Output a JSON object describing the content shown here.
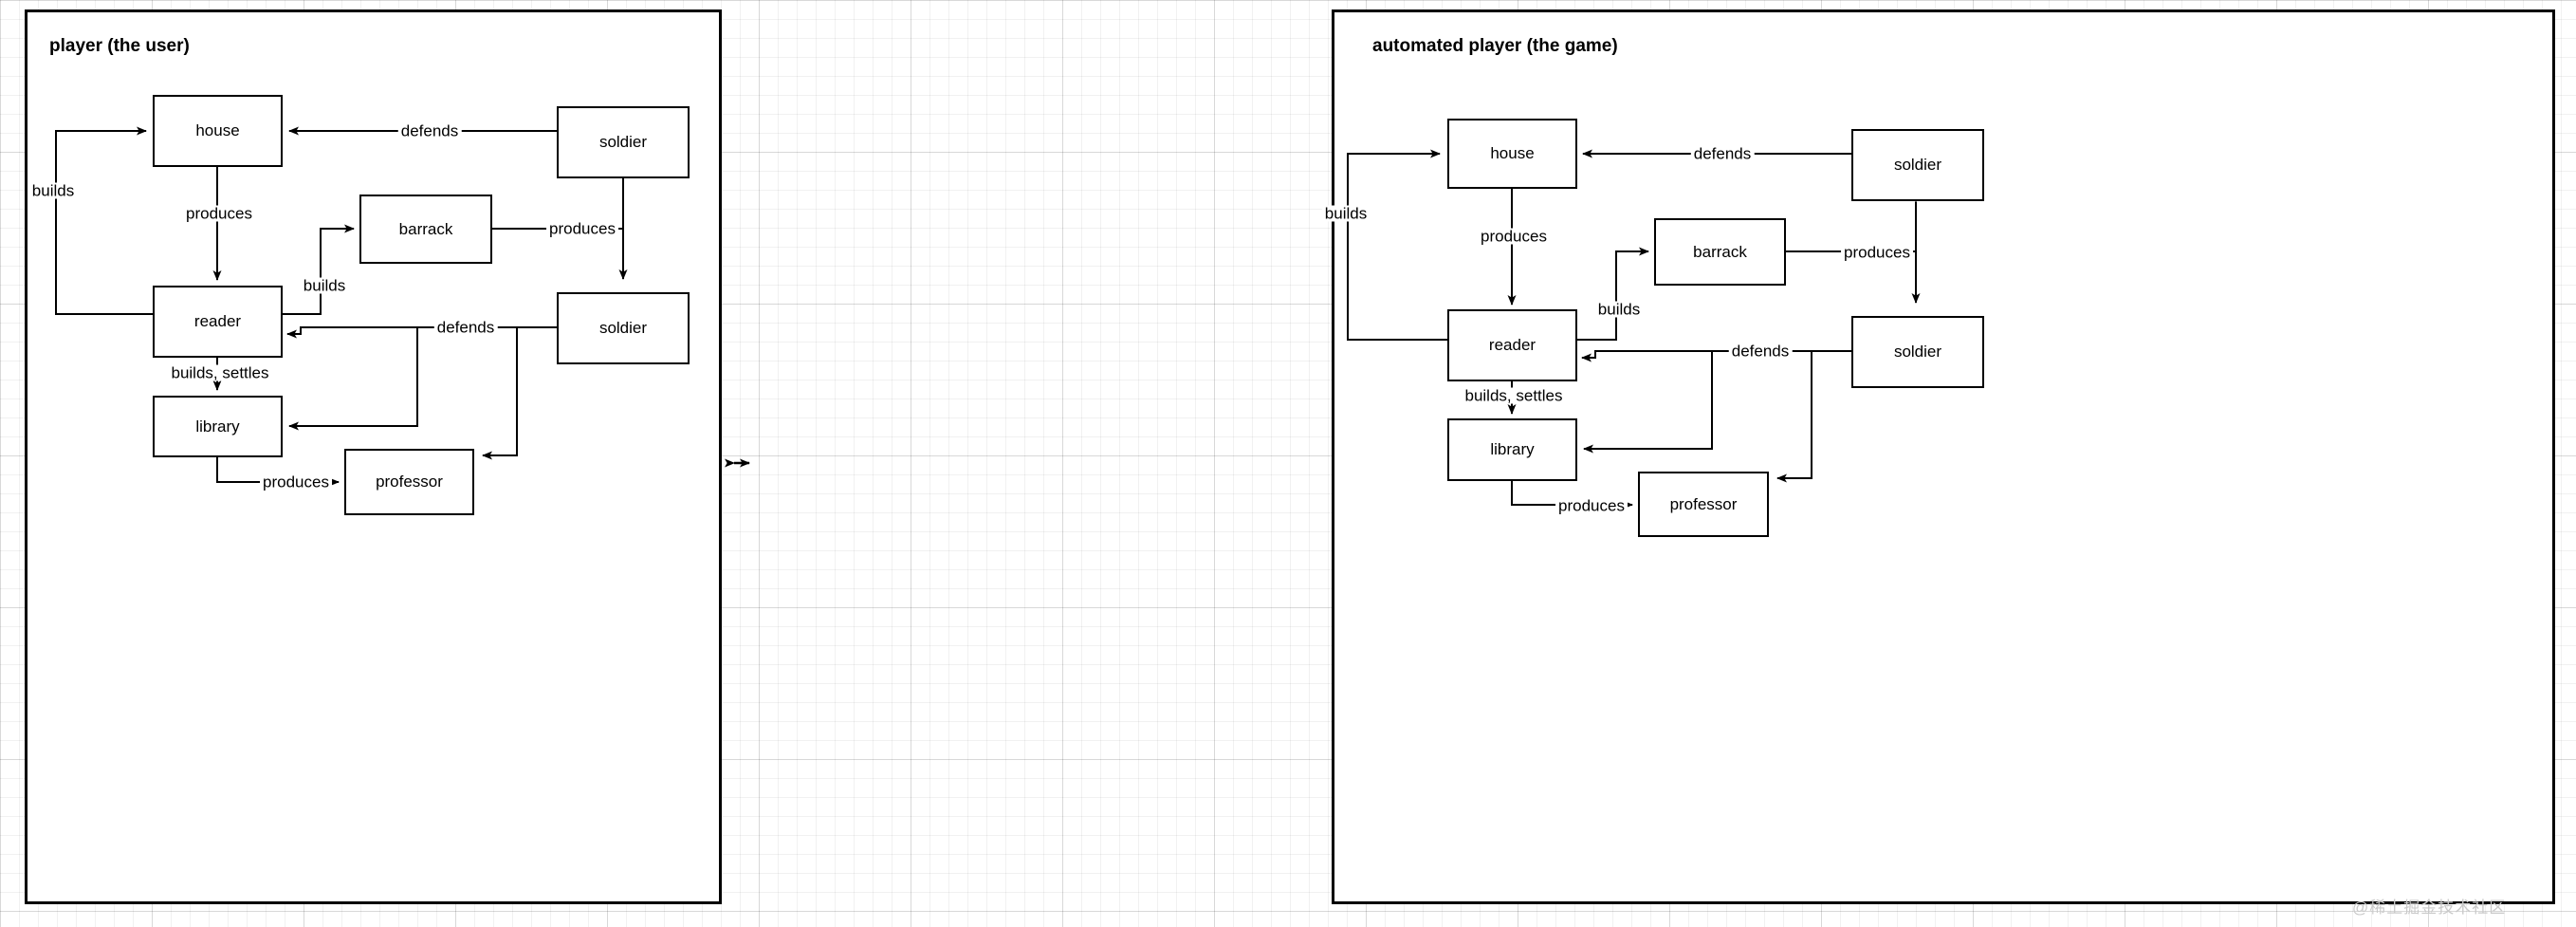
{
  "canvas": {
    "background_color": "#ffffff",
    "grid_color": "#e6e6e6",
    "line_color": "#000000",
    "watermark": "@稀土掘金技术社区"
  },
  "panels": [
    {
      "id": "player",
      "title": "player (the user)",
      "nodes": [
        {
          "id": "house",
          "label": "house"
        },
        {
          "id": "soldier_t",
          "label": "soldier"
        },
        {
          "id": "barrack",
          "label": "barrack"
        },
        {
          "id": "reader",
          "label": "reader"
        },
        {
          "id": "soldier_b",
          "label": "soldier"
        },
        {
          "id": "library",
          "label": "library"
        },
        {
          "id": "professor",
          "label": "professor"
        }
      ],
      "edges": [
        {
          "from": "reader",
          "to": "house",
          "label": "builds"
        },
        {
          "from": "soldier_t",
          "to": "house",
          "label": "defends"
        },
        {
          "from": "house",
          "to": "reader",
          "label": "produces"
        },
        {
          "from": "reader",
          "to": "barrack",
          "label": "builds"
        },
        {
          "from": "barrack",
          "to": "soldier_t",
          "label": "produces"
        },
        {
          "from": "barrack",
          "to": "soldier_b",
          "label": "produces"
        },
        {
          "from": "soldier_b",
          "to": "reader",
          "label": "defends"
        },
        {
          "from": "soldier_b",
          "to": "library",
          "label": "defends"
        },
        {
          "from": "reader",
          "to": "library",
          "label": "builds, settles"
        },
        {
          "from": "library",
          "to": "professor",
          "label": "produces"
        },
        {
          "from": "soldier_b",
          "to": "professor",
          "label": ""
        }
      ]
    },
    {
      "id": "automated-player",
      "title": "automated player (the game)",
      "nodes": [
        {
          "id": "house",
          "label": "house"
        },
        {
          "id": "soldier_t",
          "label": "soldier"
        },
        {
          "id": "barrack",
          "label": "barrack"
        },
        {
          "id": "reader",
          "label": "reader"
        },
        {
          "id": "soldier_b",
          "label": "soldier"
        },
        {
          "id": "library",
          "label": "library"
        },
        {
          "id": "professor",
          "label": "professor"
        }
      ],
      "edges": [
        {
          "from": "reader",
          "to": "house",
          "label": "builds"
        },
        {
          "from": "soldier_t",
          "to": "house",
          "label": "defends"
        },
        {
          "from": "house",
          "to": "reader",
          "label": "produces"
        },
        {
          "from": "reader",
          "to": "barrack",
          "label": "builds"
        },
        {
          "from": "barrack",
          "to": "soldier_t",
          "label": "produces"
        },
        {
          "from": "barrack",
          "to": "soldier_b",
          "label": "produces"
        },
        {
          "from": "soldier_b",
          "to": "reader",
          "label": "defends"
        },
        {
          "from": "soldier_b",
          "to": "library",
          "label": "defends"
        },
        {
          "from": "reader",
          "to": "library",
          "label": "builds, settles"
        },
        {
          "from": "library",
          "to": "professor",
          "label": "produces"
        },
        {
          "from": "soldier_b",
          "to": "professor",
          "label": ""
        }
      ]
    }
  ],
  "connector": {
    "label": "",
    "type": "double-arrow"
  },
  "labels": {
    "left": {
      "panel_title": "player (the user)",
      "builds_left": "builds",
      "defends_top": "defends",
      "produces_house_reader": "produces",
      "builds_barrack": "builds",
      "produces_barrack_soldier": "produces",
      "defends_bottom": "defends",
      "builds_settles": "builds, settles",
      "produces_library_professor": "produces",
      "node_house": "house",
      "node_soldier_top": "soldier",
      "node_barrack": "barrack",
      "node_reader": "reader",
      "node_soldier_bottom": "soldier",
      "node_library": "library",
      "node_professor": "professor"
    },
    "right": {
      "panel_title": "automated player (the game)",
      "builds_left": "builds",
      "defends_top": "defends",
      "produces_house_reader": "produces",
      "builds_barrack": "builds",
      "produces_barrack_soldier": "produces",
      "defends_bottom": "defends",
      "builds_settles": "builds, settles",
      "produces_library_professor": "produces",
      "node_house": "house",
      "node_soldier_top": "soldier",
      "node_barrack": "barrack",
      "node_reader": "reader",
      "node_soldier_bottom": "soldier",
      "node_library": "library",
      "node_professor": "professor"
    }
  }
}
